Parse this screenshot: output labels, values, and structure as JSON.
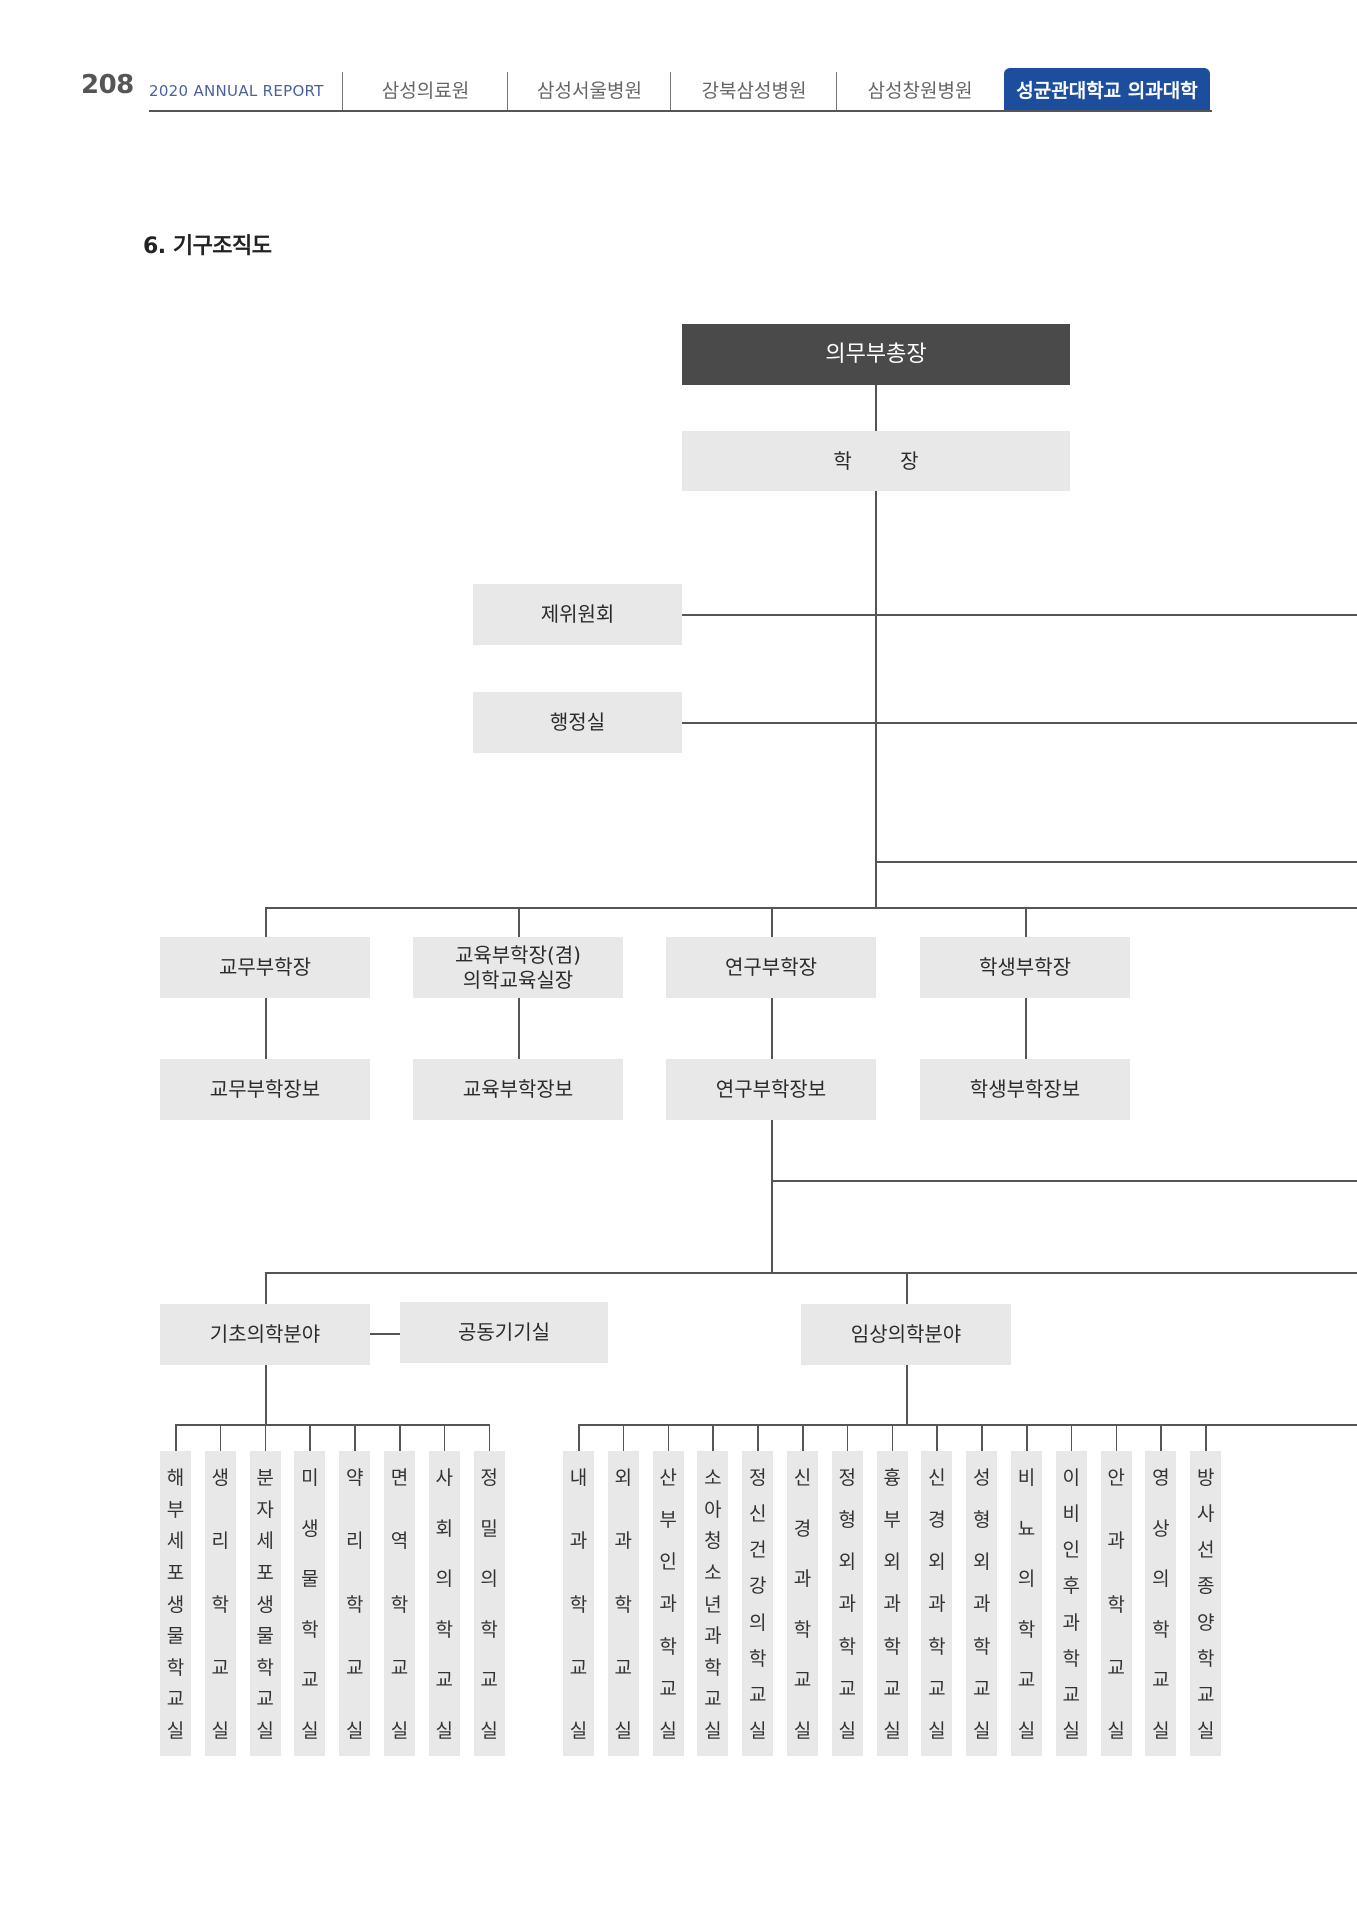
{
  "header": {
    "page_number": "208",
    "report_title": "2020 ANNUAL REPORT",
    "tabs": [
      "삼성의료원",
      "삼성서울병원",
      "강북삼성병원",
      "삼성창원병원",
      "성균관대학교 의과대학"
    ],
    "active_tab_color": "#1d4e9e"
  },
  "section_title": "6. 기구조직도",
  "org": {
    "top": "의무부총장",
    "president": "학 장",
    "committee": "제위원회",
    "admin_office": "행정실",
    "vice_deans": [
      "교무부학장",
      "교육부학장(겸)\n의학교육실장",
      "연구부학장",
      "학생부학장"
    ],
    "assistant_deans": [
      "교무부학장보",
      "교육부학장보",
      "연구부학장보",
      "학생부학장보"
    ],
    "basic_medicine": "기초의학분야",
    "common_equipment": "공동기기실",
    "clinical_medicine": "임상의학분야",
    "basic_departments": [
      "해부세포생물학교실",
      "생리학교실",
      "분자세포생물학교실",
      "미생물학교실",
      "약리학교실",
      "면역학교실",
      "사회의학교실",
      "정밀의학교실"
    ],
    "clinical_departments": [
      "내과학교실",
      "외과학교실",
      "산부인과학교실",
      "소아청소년과학교실",
      "정신건강의학교실",
      "신경과학교실",
      "정형외과학교실",
      "흉부외과학교실",
      "신경외과학교실",
      "성형외과학교실",
      "비뇨의학교실",
      "이비인후과학교실",
      "안과학교실",
      "영상의학교실",
      "방사선종양학교실"
    ]
  }
}
